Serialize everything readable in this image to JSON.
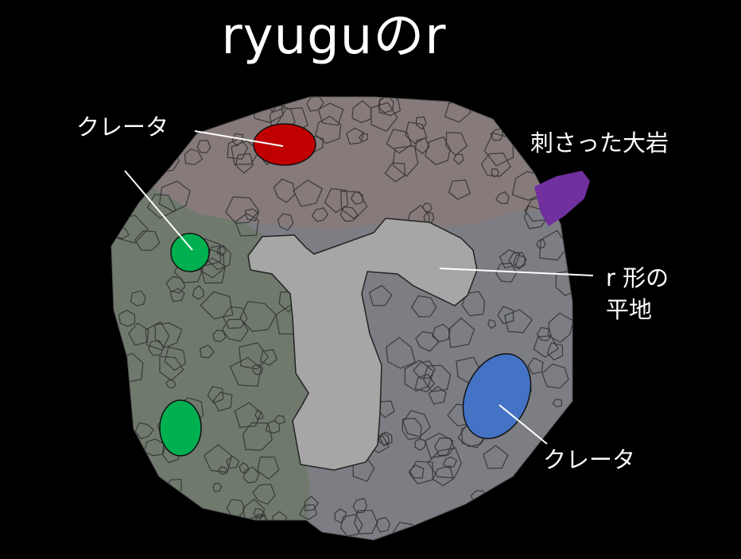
{
  "title": "ryuguのr",
  "labels": {
    "crater_top": "クレータ",
    "stuck_boulder": "刺さった大岩",
    "r_flat_line1": "r 形の",
    "r_flat_line2": "平地",
    "crater_bottom": "クレータ"
  },
  "colors": {
    "background": "#000000",
    "region_top": "#877a7a",
    "region_left": "#6f7a6d",
    "region_right": "#7c7e84",
    "r_flat": "#a6a6a6",
    "crater_red": "#c00000",
    "crater_green": "#00b050",
    "crater_blue": "#4472c4",
    "boulder_purple": "#7030a0",
    "leader_line": "#ffffff"
  }
}
